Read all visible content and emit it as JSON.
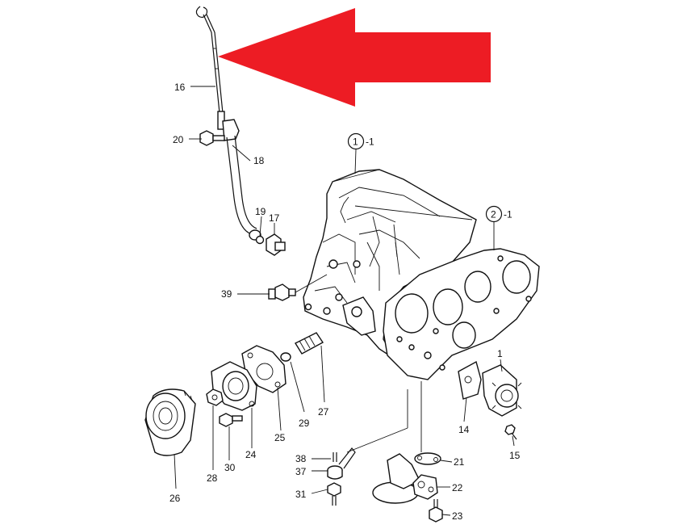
{
  "diagram": {
    "arrow_color": "#ed1c24",
    "callouts": {
      "c16": "16",
      "c20": "20",
      "c18": "18",
      "c19": "19",
      "c17": "17",
      "c39": "39",
      "c26": "26",
      "c28": "28",
      "c30": "30",
      "c24": "24",
      "c25": "25",
      "c29": "29",
      "c27": "27",
      "c38": "38",
      "c37": "37",
      "c31": "31",
      "c21": "21",
      "c22": "22",
      "c23": "23",
      "c14": "14",
      "c15": "15",
      "c1": "1"
    },
    "ref1": {
      "num": "1",
      "suffix": "-1"
    },
    "ref2": {
      "num": "2",
      "suffix": "-1"
    }
  }
}
